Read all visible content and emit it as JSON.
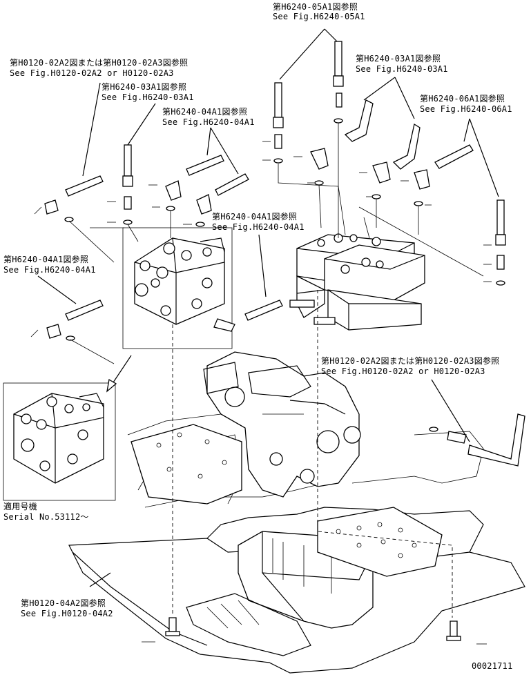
{
  "callouts": [
    {
      "jp": "第H6240-05A1図参照",
      "en": "See Fig.H6240-05A1"
    },
    {
      "jp": "第H6240-03A1図参照",
      "en": "See Fig.H6240-03A1"
    },
    {
      "jp": "第H6240-06A1図参照",
      "en": "See Fig.H6240-06A1"
    },
    {
      "jp": "第H0120-02A2図または第H0120-02A3図参照",
      "en": "See Fig.H0120-02A2 or H0120-02A3"
    },
    {
      "jp": "第H6240-03A1図参照",
      "en": "See Fig.H6240-03A1"
    },
    {
      "jp": "第H6240-04A1図参照",
      "en": "See Fig.H6240-04A1"
    },
    {
      "jp": "第H6240-04A1図参照",
      "en": "See Fig.H6240-04A1"
    },
    {
      "jp": "第H6240-04A1図参照",
      "en": "See Fig.H6240-04A1"
    },
    {
      "jp": "第H0120-02A2図または第H0120-02A3図参照",
      "en": "See Fig.H0120-02A2 or H0120-02A3"
    },
    {
      "jp": "第H0120-04A2図参照",
      "en": "See Fig.H0120-04A2"
    }
  ],
  "serial": {
    "jp": "適用号機",
    "en": "Serial No.53112～"
  },
  "drawing_number": "00021711"
}
